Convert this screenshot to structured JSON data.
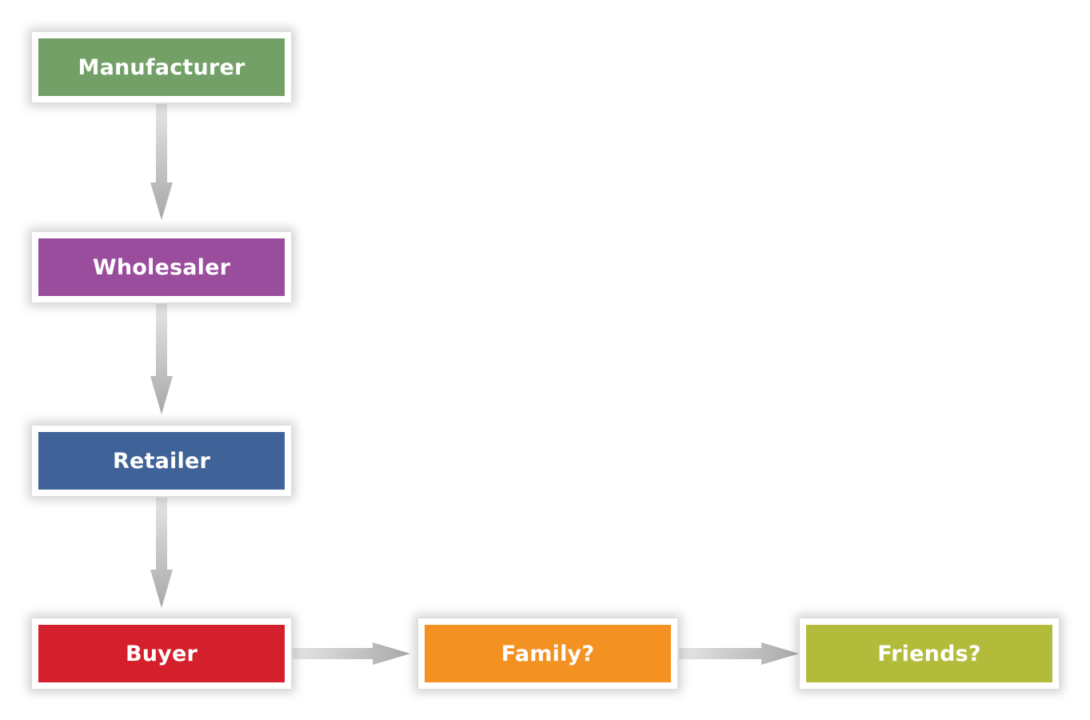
{
  "nodes": [
    {
      "id": "manufacturer",
      "label": "Manufacturer",
      "color": "#73a066"
    },
    {
      "id": "wholesaler",
      "label": "Wholesaler",
      "color": "#9a4c9d"
    },
    {
      "id": "retailer",
      "label": "Retailer",
      "color": "#3f6398"
    },
    {
      "id": "buyer",
      "label": "Buyer",
      "color": "#d4202c"
    },
    {
      "id": "family",
      "label": "Family?",
      "color": "#f39223"
    },
    {
      "id": "friends",
      "label": "Friends?",
      "color": "#b3bb3a"
    }
  ],
  "edges": [
    {
      "from": "manufacturer",
      "to": "wholesaler"
    },
    {
      "from": "wholesaler",
      "to": "retailer"
    },
    {
      "from": "retailer",
      "to": "buyer"
    },
    {
      "from": "buyer",
      "to": "family"
    },
    {
      "from": "family",
      "to": "friends"
    }
  ],
  "colors": {
    "arrow_light": "#e6e6e6",
    "arrow_dark": "#a8a8a8"
  }
}
